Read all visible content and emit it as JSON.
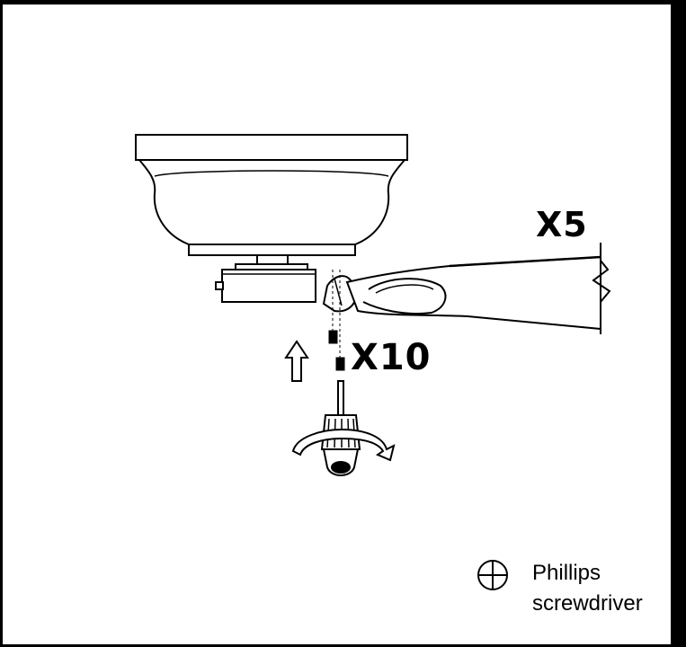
{
  "labels": {
    "blade_count": "X5",
    "screw_count": "X10"
  },
  "tool": {
    "icon": "phillips-screwdriver-icon",
    "line1": "Phillips",
    "line2": "screwdriver"
  },
  "colors": {
    "ink": "#000000",
    "background": "#ffffff",
    "shade": "#555555"
  }
}
